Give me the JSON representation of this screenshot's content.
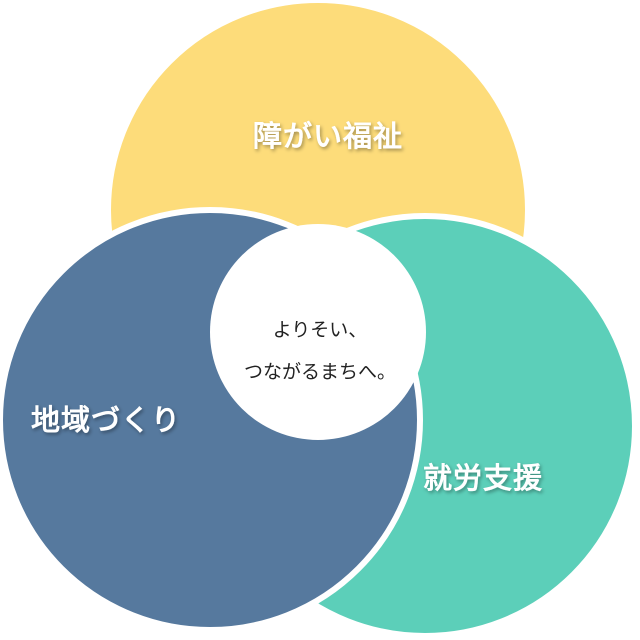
{
  "diagram": {
    "circles": [
      {
        "label": "障がい福祉",
        "color": "#fddc7a"
      },
      {
        "label": "就労支援",
        "color": "#5ccfb9"
      },
      {
        "label": "地域づくり",
        "color": "#56799e"
      }
    ],
    "center": {
      "line1": "よりそい、",
      "line2": "つながるまちへ。"
    }
  }
}
